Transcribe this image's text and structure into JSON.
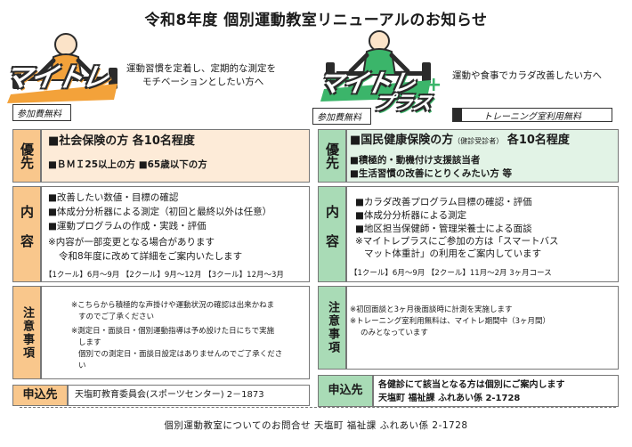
{
  "title": "令和8年度 個別運動教室リニューアルのお知らせ",
  "left": {
    "logo": "マイトレ",
    "tagline": [
      "運動習慣を定着し、定期的な測定を",
      "モチベーションとしたい方へ"
    ],
    "fee": "参加費無料",
    "priority": {
      "label": "優先",
      "heading": "■社会保険の方 各10名程度",
      "detail": "■ＢＭＩ25以上の方 ■65歳以下の方"
    },
    "content": {
      "label": "内容",
      "lines": [
        "■改善したい数値・目標の確認",
        "■体成分分析器による測定（初回と最終以外は任意）",
        "■運動プログラムの作成・実践・評価",
        "※内容が一部変更となる場合があります",
        "令和8年度に改めて詳細をご案内いたします"
      ],
      "schedule": "【1クール】6月～9月 【2クール】9月～12月 【3クール】12月～3月"
    },
    "notes": {
      "label": "注意事項",
      "lines": [
        "※こちらから積極的な声掛けや運動状況の確認は出来かねま",
        "すのでご了承ください",
        "※測定日・面談日・個別運動指導は予め設けた日にちで実施",
        "します",
        "個別での測定日・面談日設定はありませんのでご了承くださ",
        "い"
      ]
    },
    "apply": {
      "label": "申込先",
      "text": "天塩町教育委員会(スポーツセンター) 2－1873"
    }
  },
  "right": {
    "logo": "マイトレ",
    "logo_plus": "プラス",
    "tagline": "運動や食事でカラダ改善したい方へ",
    "fee": "参加費無料",
    "gym_fee": "トレーニング室利用無料",
    "priority": {
      "label": "優先",
      "heading_main": "■国民健康保険の方",
      "heading_small": "（健診受診者）",
      "heading_tail": "各10名程度",
      "lines": [
        "■積極的・動機付け支援該当者",
        "■生活習慣の改善にとりくみたい方 等"
      ]
    },
    "content": {
      "label": "内容",
      "lines": [
        "■カラダ改善プログラム目標の確認・評価",
        "■体成分分析器による測定",
        "■地区担当保健師・管理栄養士による面談",
        "※マイトレプラスにご参加の方は「スマートバス",
        "マット体重計」の利用をご案内しています"
      ],
      "schedule": "【1クール】6月～9月 【2クール】11月～2月 3ヶ月コース"
    },
    "notes": {
      "label": "注意事項",
      "lines": [
        "※初回面談と3ヶ月後面談時に計測を実施します",
        "※トレーニング室利用無料は、マイトレ期間中（3ヶ月間）",
        "のみとなっています"
      ]
    },
    "apply": {
      "label": "申込先",
      "lines": [
        "各健診にて該当となる方は個別にご案内します",
        "天塩町 福祉課 ふれあい係 2-1728"
      ]
    }
  },
  "footer": "個別運動教室についてのお問合せ 天塩町 福祉課 ふれあい係 2-1728",
  "colors": {
    "orange": "#f9c78c",
    "orange_light": "#fdebd8",
    "green": "#a9dbb6",
    "green_light": "#e2f3e6"
  }
}
